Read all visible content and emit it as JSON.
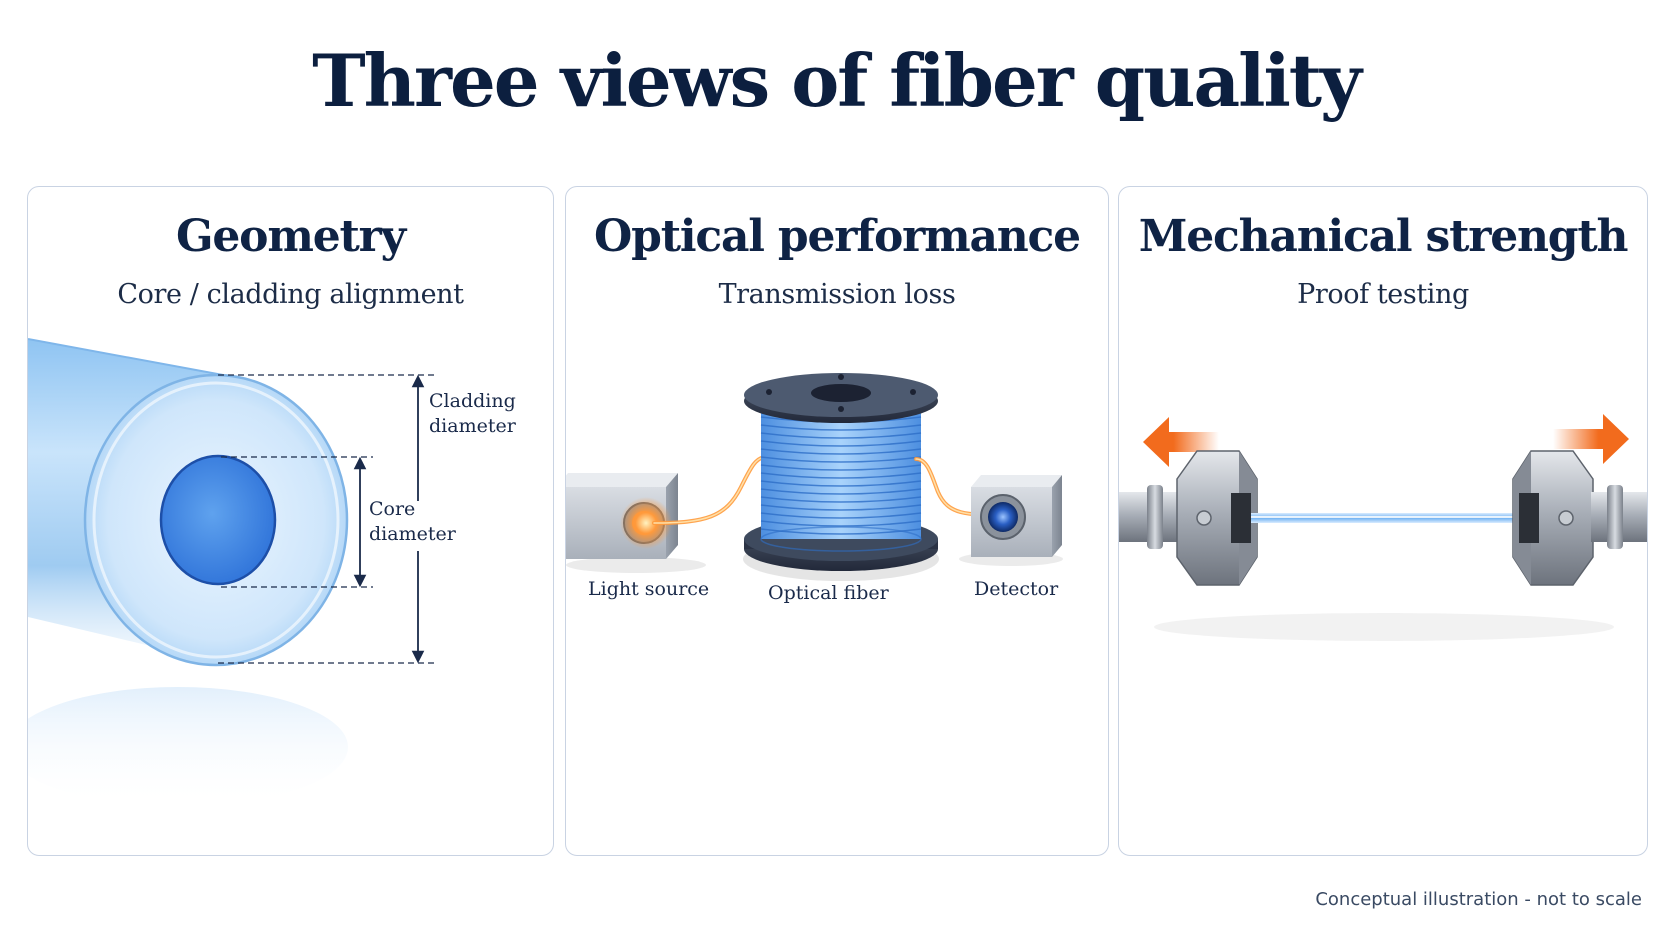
{
  "title": "Three views of fiber quality",
  "panels": {
    "geometry": {
      "title": "Geometry",
      "subtitle": "Core / cladding alignment",
      "labels": {
        "cladding_line1": "Cladding",
        "cladding_line2": "diameter",
        "core_line1": "Core",
        "core_line2": "diameter"
      }
    },
    "optical": {
      "title": "Optical performance",
      "subtitle": "Transmission loss",
      "labels": {
        "light_source": "Light source",
        "optical_fiber": "Optical fiber",
        "detector": "Detector"
      }
    },
    "mechanical": {
      "title": "Mechanical strength",
      "subtitle": "Proof testing"
    }
  },
  "footnote": "Conceptual illustration - not to scale",
  "colors": {
    "title": "#0c1f3f",
    "panel_border": "#c9d3e3",
    "fiber_blue": "#4a90e2",
    "arrow_orange": "#f26b1d",
    "glow_orange": "#ff9a3c"
  }
}
